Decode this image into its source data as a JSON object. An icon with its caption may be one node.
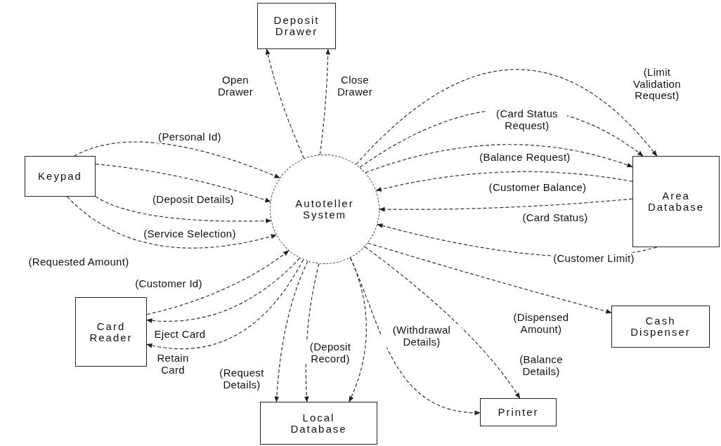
{
  "diagram": {
    "nodes": [
      {
        "text": [
          "Deposit Drawer"
        ]
      },
      {
        "text": [
          "Keypad"
        ]
      },
      {
        "text": [
          "Autoteller System"
        ]
      },
      {
        "text": [
          "Area Database"
        ]
      },
      {
        "text": [
          "Card Reader"
        ]
      },
      {
        "text": [
          "Cash Dispenser"
        ]
      },
      {
        "text": [
          "Local Database"
        ]
      },
      {
        "text": [
          "Printer"
        ]
      }
    ],
    "edges": [
      {
        "from": 2,
        "to": 0,
        "arrow": "to",
        "label": "Open Drawer"
      },
      {
        "from": 2,
        "to": 0,
        "arrow": "to",
        "label": "Close Drawer"
      },
      {
        "from": 1,
        "to": 2,
        "arrow": "to",
        "label": "(Personal Id)"
      },
      {
        "from": 1,
        "to": 2,
        "arrow": "to",
        "label": "(Deposit Details)"
      },
      {
        "from": 1,
        "to": 2,
        "arrow": "to",
        "label": "(Service Selection)"
      },
      {
        "from": 1,
        "to": 2,
        "arrow": "to",
        "label": "(Requested Amount)"
      },
      {
        "from": 4,
        "to": 2,
        "arrow": "to",
        "label": "(Customer Id)"
      },
      {
        "from": 2,
        "to": 4,
        "arrow": "to",
        "label": "Eject Card"
      },
      {
        "from": 2,
        "to": 4,
        "arrow": "to",
        "label": "Retain Card"
      },
      {
        "from": 2,
        "to": 6,
        "arrow": "to",
        "label": "(Request Details)"
      },
      {
        "from": 2,
        "to": 6,
        "arrow": "to",
        "label": "(Deposit Record)"
      },
      {
        "from": 2,
        "to": 6,
        "arrow": "to"
      },
      {
        "from": 2,
        "to": 7,
        "arrow": "to",
        "label": "(Withdrawal Details)"
      },
      {
        "from": 2,
        "to": 7,
        "arrow": "to",
        "label": "(Balance Details)"
      },
      {
        "from": 2,
        "to": 5,
        "arrow": "to",
        "label": "(Dispensed Amount)"
      },
      {
        "from": 2,
        "to": 3,
        "arrow": "to",
        "label": "(Limit Validation Request)"
      },
      {
        "from": 2,
        "to": 3,
        "arrow": "to",
        "label": "(Card Status Request)"
      },
      {
        "from": 2,
        "to": 3,
        "arrow": "to",
        "label": "(Balance Request)"
      },
      {
        "from": 3,
        "to": 2,
        "arrow": "to",
        "label": "(Customer Balance)"
      },
      {
        "from": 3,
        "to": 2,
        "arrow": "to",
        "label": "(Card Status)"
      },
      {
        "from": 3,
        "to": 2,
        "arrow": "to",
        "label": "(Customer Limit)"
      }
    ]
  }
}
